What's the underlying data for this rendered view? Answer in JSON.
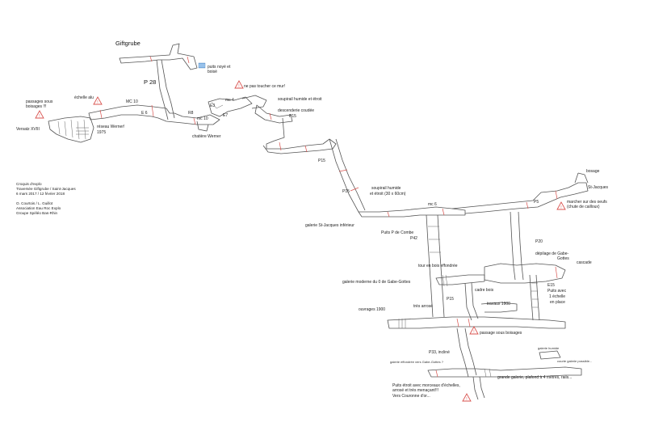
{
  "map": {
    "title": "Giftgrube",
    "credits": {
      "lines_1": [
        "Croquis d'explo",
        "Traversée Giftgrube / Saint-Jacques",
        "6 mars 2017 / 12 février 2018"
      ],
      "lines_2": [
        "O. Courtois / L. Guillot",
        "Association Eau Roc Explo",
        "Groupe Spéléo Bas-Rhin"
      ]
    },
    "labels": {
      "p28": "P 28",
      "puits_noye_1": "puits noyé et",
      "puits_noye_2": "boisé",
      "ne_pas_toucher": "ne pas toucher ce mur!",
      "passages_sous_1": "passages sous",
      "passages_sous_2": "boisages !!!",
      "echelle_alu": "échelle alu",
      "mc10_a": "MC 10",
      "e6": "E 6",
      "r8": "R8",
      "mc10_b": "mc 10",
      "e3": "E3",
      "mc4": "mc 4",
      "e7": "E7",
      "soupirail_humide": "soupirail humide et étroit",
      "descenderie_1": "descenderie coudée",
      "descenderie_2": "P15",
      "versatz": "Versatz XVIII",
      "reseau_werner_1": "réseau Werner!",
      "reseau_werner_2": "1975",
      "chatiere_werner": "chatière Werner",
      "p15_a": "P15",
      "p15_b": "P15",
      "soupirail_2_1": "soupirail humide",
      "soupirail_2_2": "et étroit (30 x 60cm)",
      "mc6": "mc 6",
      "galerie_sj_inf": "galerie St-Jacques inférieur",
      "puits_combe": "Puits P de Combe",
      "p42": "P42",
      "boisage": "bosage",
      "st_jacques": "St-Jacques",
      "p5": "P5",
      "marcher_1": "marcher sur des oeufs",
      "marcher_2": "(chute de cailloux)",
      "p20": "P20",
      "depilage_1": "dépilage de Gabe-",
      "depilage_2": "Gottes",
      "cascade": "cascade",
      "tour_bois": "tour en bois effondrée",
      "galerie_moderne": "galerie moderne du 0 de Gabe-Gottes",
      "cadre_bois": "cadre bois",
      "e15_1": "E15",
      "e15_2": "Puits avec",
      "e15_3": "1 échelle",
      "e15_4": "en place",
      "p15_c": "P15",
      "tres_arrose": "très arrosé",
      "travaux_1900": "travaux 1900",
      "ouvrages_1900": "ouvrages 1900",
      "passage_sous_boisages": "passage sous boisages",
      "p33": "P33, incliné",
      "galerie_humide": "galerie humide",
      "galerie_effondree": "galerie effondrée vers Gabe-Gottes ?",
      "courte_galerie": "courte galerie possible...",
      "grande_galerie": "grande galerie, plafond à 4 mètres, rails...",
      "puits_etroit_1": "Puits étroit avec morceaux d'échelles,",
      "puits_etroit_2": "arrosé et très menaçant!!!",
      "puits_etroit_3": "Vers Couronne d'or..."
    }
  }
}
